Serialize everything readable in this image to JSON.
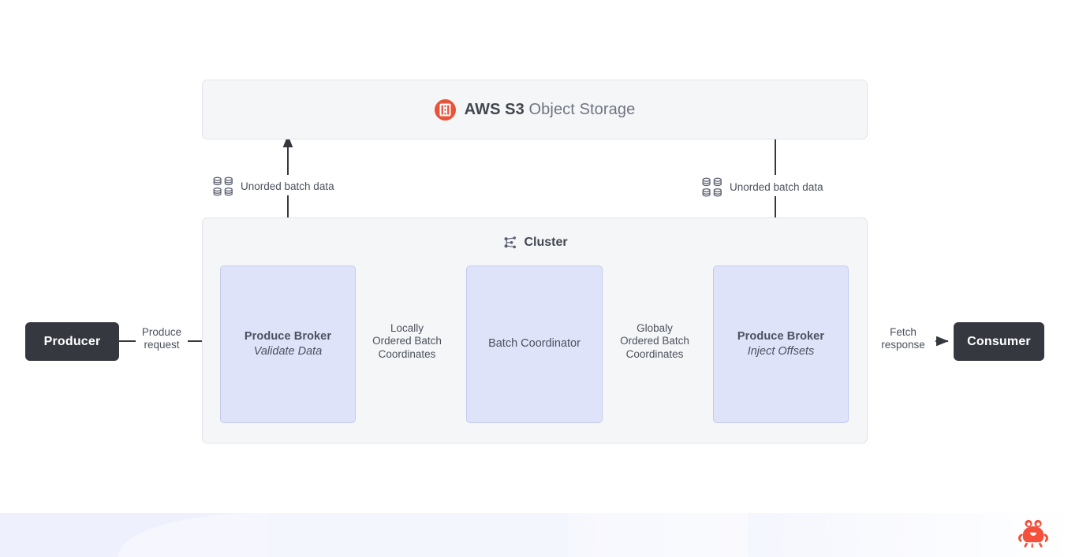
{
  "diagram": {
    "title": "AWS S3 object storage cluster produce/fetch data flow",
    "colors": {
      "endpoint_fill": "#35383f",
      "endpoint_text": "#ffffff",
      "container_fill": "#f5f6f8",
      "container_border": "#e2e4e9",
      "broker_fill": "#dfe3fa",
      "broker_border": "#c3cbee",
      "s3_logo": "#e8533b",
      "crab_logo": "#f4503c",
      "arrow": "#35383f",
      "text": "#4c515d"
    }
  },
  "storage": {
    "logo_icon": "aws-s3-bucket-icon",
    "brand": "AWS S3",
    "subtitle": "Object Storage"
  },
  "cluster": {
    "icon": "cluster-nodes-icon",
    "label": "Cluster",
    "nodes": [
      {
        "id": "produce-broker-validate",
        "title": "Produce Broker",
        "subtitle": "Validate Data",
        "subtitle_style": "italic"
      },
      {
        "id": "batch-coordinator",
        "title": "Batch Coordinator",
        "subtitle": "",
        "subtitle_style": "none"
      },
      {
        "id": "produce-broker-inject",
        "title": "Produce Broker",
        "subtitle": "Inject Offsets",
        "subtitle_style": "italic"
      }
    ]
  },
  "endpoints": {
    "producer": "Producer",
    "consumer": "Consumer"
  },
  "edges": {
    "produce_request": "Produce\nrequest",
    "locally_ordered": "Locally\nOrdered Batch\nCoordinates",
    "globaly_ordered": "Globaly\nOrdered Batch\nCoordinates",
    "fetch_response": "Fetch\nresponse",
    "unordered_left": "Unorded batch data",
    "unordered_right": "Unorded batch data",
    "batch_icon": "database-grid-icon"
  },
  "footer": {
    "logo_icon": "crab-logo-icon"
  }
}
